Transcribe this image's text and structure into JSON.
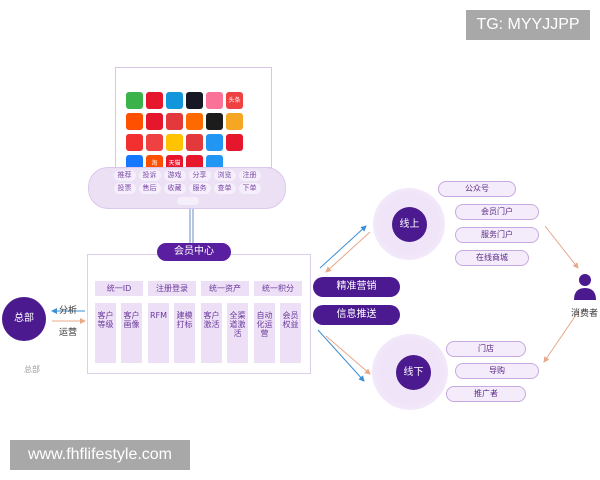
{
  "watermark_top": "TG: MYYJJPP",
  "watermark_bottom": "www.fhflifestyle.com",
  "apps": [
    {
      "icon": "wechat-icon",
      "color": "#3bb34a",
      "label": ""
    },
    {
      "icon": "weibo-icon",
      "color": "#e6162d",
      "label": ""
    },
    {
      "icon": "qq-icon",
      "color": "#1296db",
      "label": ""
    },
    {
      "icon": "tiktok-icon",
      "color": "#161823",
      "label": ""
    },
    {
      "icon": "app-icon",
      "color": "#fb7299",
      "label": ""
    },
    {
      "icon": "toutiao-icon",
      "color": "#f04142",
      "label": "头条"
    },
    {
      "icon": "taobao-icon",
      "color": "#ff5000",
      "label": ""
    },
    {
      "icon": "app-icon",
      "color": "#e6162d",
      "label": ""
    },
    {
      "icon": "app-icon",
      "color": "#e4393c",
      "label": ""
    },
    {
      "icon": "app-icon",
      "color": "#ff6a00",
      "label": ""
    },
    {
      "icon": "app-icon",
      "color": "#1c1c1c",
      "label": ""
    },
    {
      "icon": "app-icon",
      "color": "#f5a623",
      "label": ""
    },
    {
      "icon": "app-icon",
      "color": "#f23030",
      "label": ""
    },
    {
      "icon": "app-icon",
      "color": "#f04142",
      "label": ""
    },
    {
      "icon": "meituan-icon",
      "color": "#ffc300",
      "label": ""
    },
    {
      "icon": "app-icon",
      "color": "#e4393c",
      "label": ""
    },
    {
      "icon": "app-icon",
      "color": "#2196f3",
      "label": ""
    },
    {
      "icon": "app-icon",
      "color": "#e6162d",
      "label": ""
    },
    {
      "icon": "alipay-icon",
      "color": "#1677ff",
      "label": ""
    },
    {
      "icon": "taobao-icon",
      "color": "#ff5000",
      "label": "淘"
    },
    {
      "icon": "tmall-icon",
      "color": "#e6162d",
      "label": "天猫"
    },
    {
      "icon": "app-icon",
      "color": "#e6162d",
      "label": ""
    },
    {
      "icon": "edge-icon",
      "color": "#2196f3",
      "label": ""
    }
  ],
  "tags_row1": [
    "推荐",
    "投诉",
    "游戏",
    "分享",
    "浏览",
    "注册"
  ],
  "tags_row2": [
    "投票",
    "售后",
    "收藏",
    "服务",
    "查单",
    "下单"
  ],
  "member_center": {
    "label": "会员中心",
    "headers": [
      "统一ID",
      "注册登录",
      "统一资产",
      "统一积分"
    ],
    "columns": [
      "客户等级",
      "客户画像",
      "RFM",
      "建模打标",
      "客户激活",
      "全渠道激活",
      "自动化运营",
      "会员权益"
    ]
  },
  "marketing": {
    "precision": "精准营销",
    "push": "信息推送"
  },
  "hq": {
    "label": "总部",
    "caption": "总部",
    "analysis": "分析",
    "operation": "运营"
  },
  "online": {
    "label": "线上",
    "channels": [
      "公众号",
      "会员门户",
      "服务门户",
      "在线商城"
    ]
  },
  "offline": {
    "label": "线下",
    "channels": [
      "门店",
      "导购",
      "推广者"
    ]
  },
  "consumer": {
    "label": "消费者"
  },
  "colors": {
    "primary": "#4a1a8e",
    "light": "#ecdff6",
    "arrow_blue": "#3b8fd6",
    "arrow_orange": "#e8a88a"
  }
}
